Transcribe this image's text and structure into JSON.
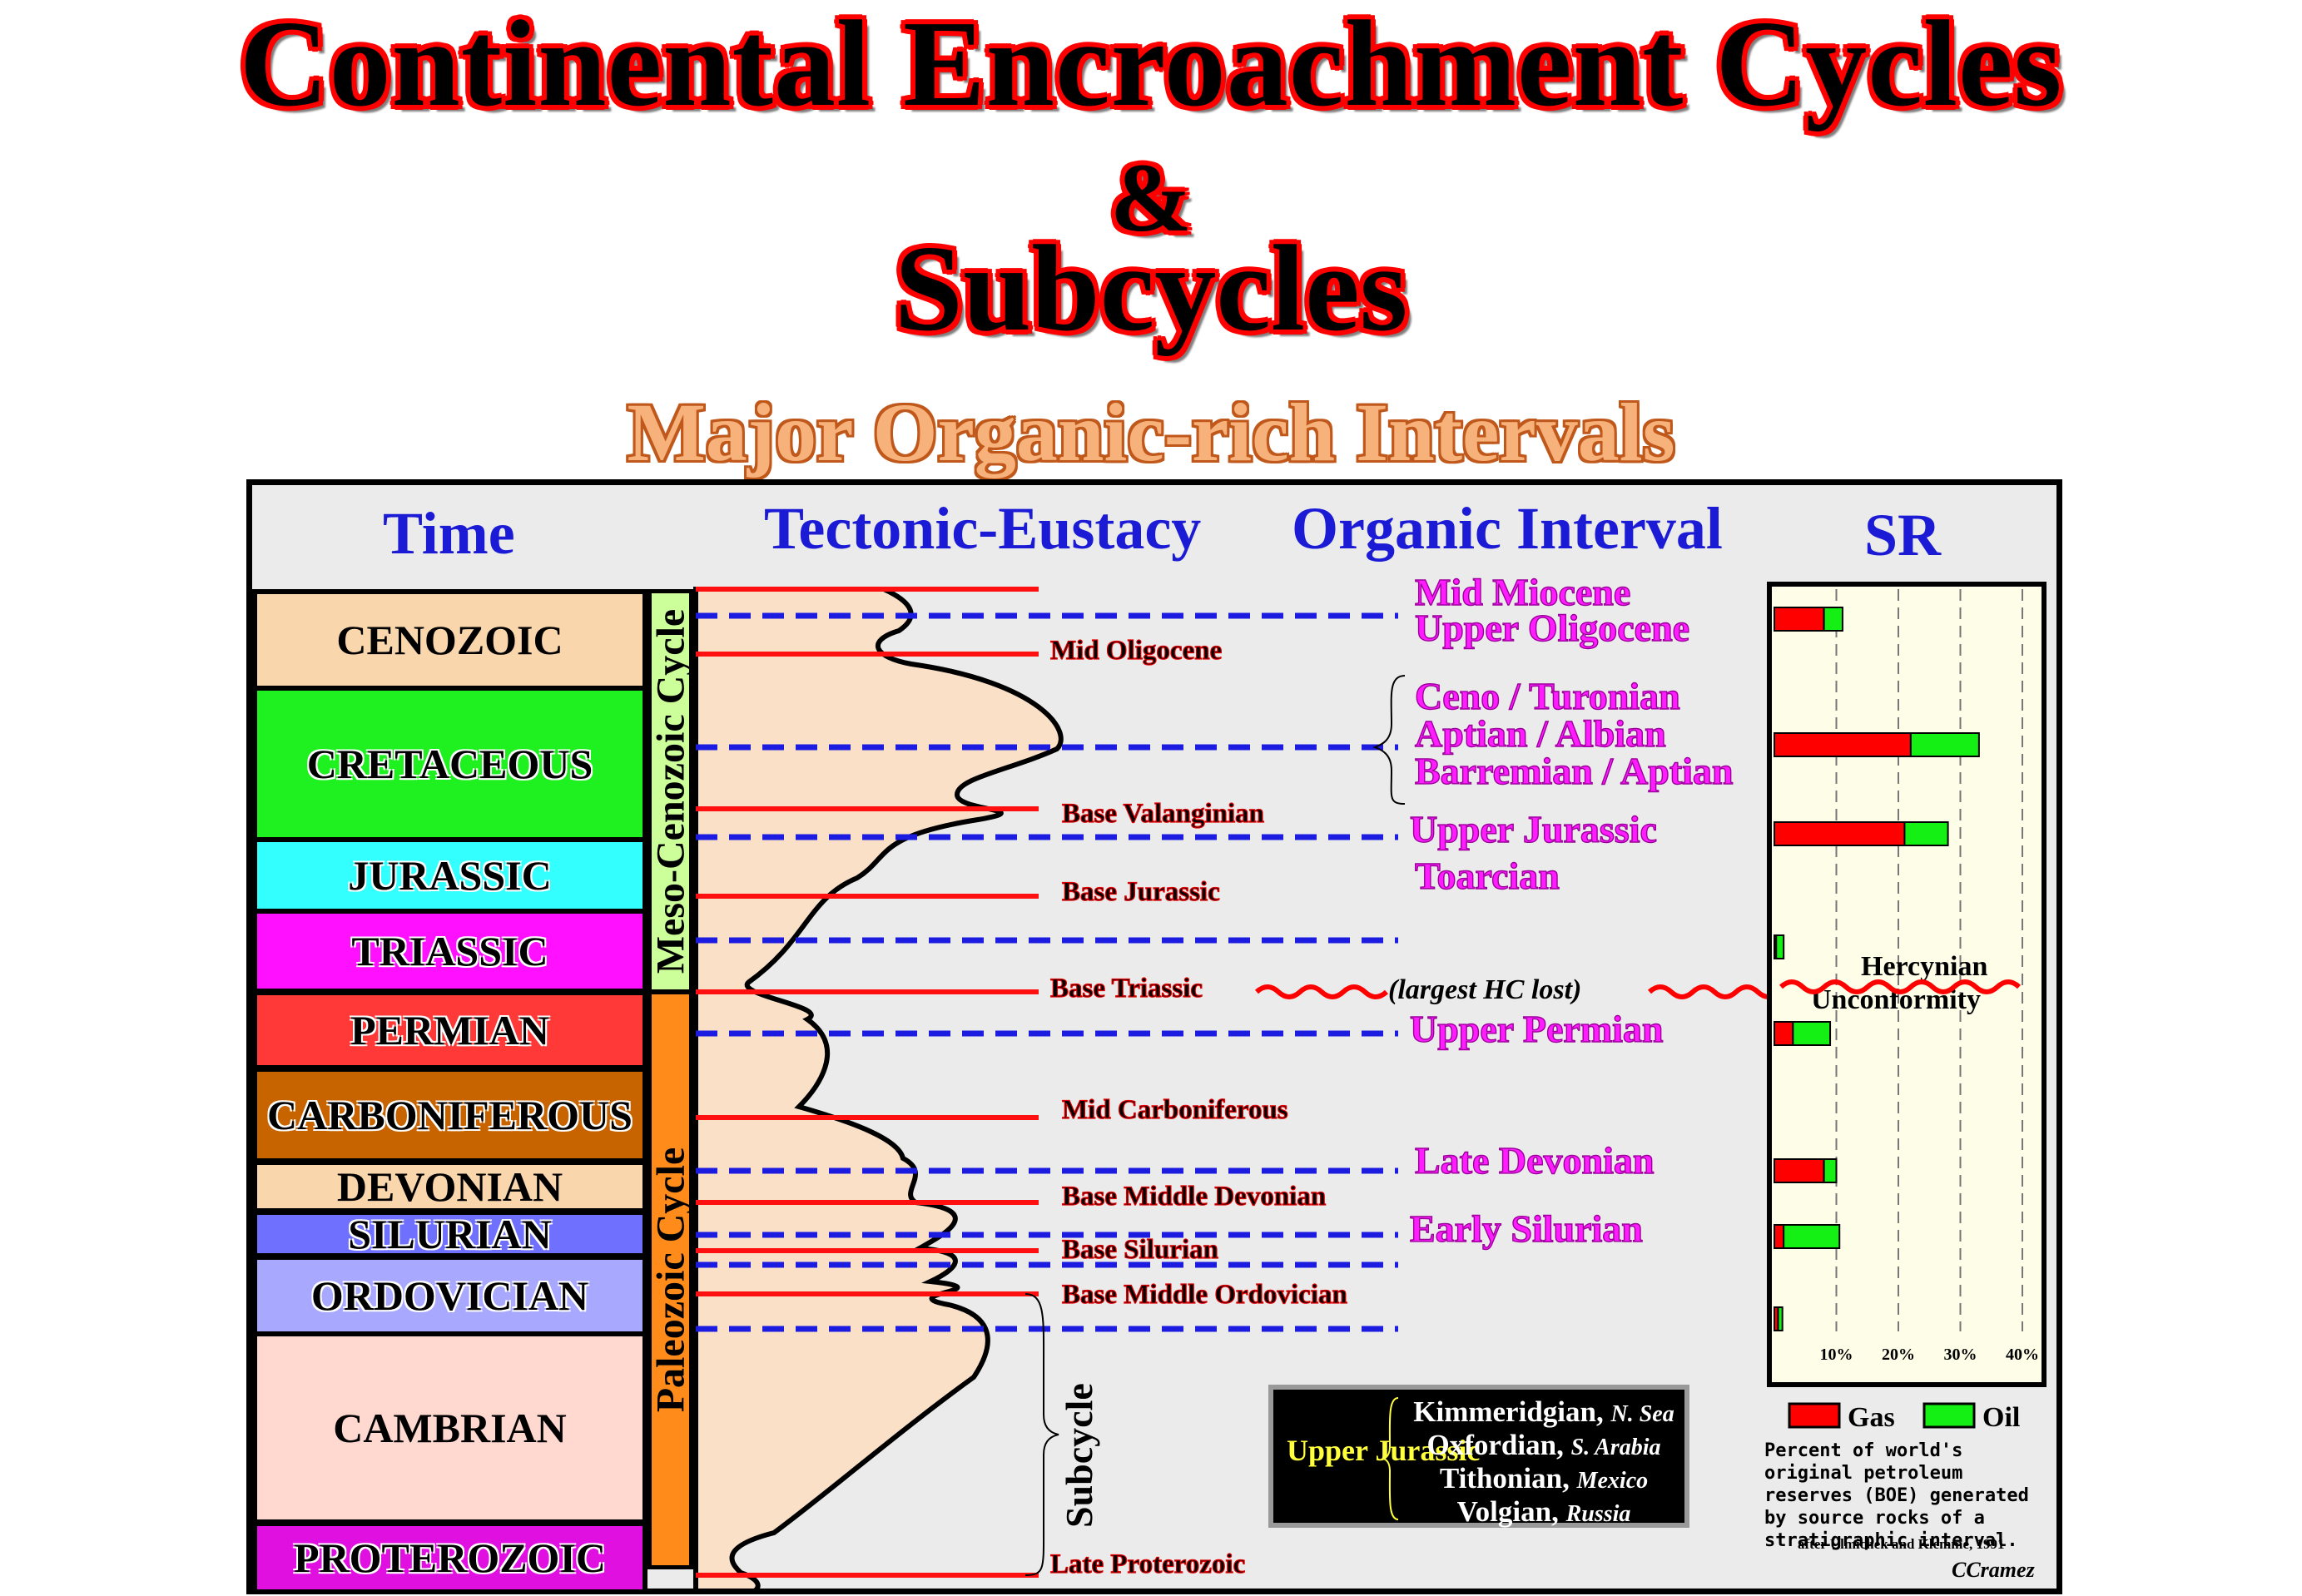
{
  "title": {
    "line1": "Continental Encroachment Cycles",
    "line2": "&",
    "line3": "Subcycles"
  },
  "subtitle": "Major Organic-rich Intervals",
  "headers": {
    "time": "Time",
    "tectonic": "Tectonic-Eustacy",
    "organic": "Organic Interval",
    "sr": "SR"
  },
  "eras": [
    {
      "name": "CENOZOIC",
      "color": "#fad6ad"
    },
    {
      "name": "CRETACEOUS",
      "color": "#1ff020"
    },
    {
      "name": "JURASSIC",
      "color": "#33ffff"
    },
    {
      "name": "TRIASSIC",
      "color": "#ff10ff"
    },
    {
      "name": "PERMIAN",
      "color": "#ff3838"
    },
    {
      "name": "CARBONIFEROUS",
      "color": "#c86400"
    },
    {
      "name": "DEVONIAN",
      "color": "#fad6ad"
    },
    {
      "name": "SILURIAN",
      "color": "#7070ff"
    },
    {
      "name": "ORDOVICIAN",
      "color": "#a8a8ff"
    },
    {
      "name": "CAMBRIAN",
      "color": "#ffd8d0"
    },
    {
      "name": "PROTEROZOIC",
      "color": "#e010e0"
    }
  ],
  "cycles": [
    {
      "name": "Meso-Cenozoic Cycle",
      "color": "#ccff99"
    },
    {
      "name": "Paleozoic Cycle",
      "color": "#ff8c1a"
    }
  ],
  "boundaries": [
    "Mid Oligocene",
    "Base Valanginian",
    "Base Jurassic",
    "Base Triassic",
    "Mid Carboniferous",
    "Base Middle Devonian",
    "Base Silurian",
    "Base Middle Ordovician",
    "Late Proterozoic"
  ],
  "organic_intervals": [
    "Mid Miocene",
    "Upper Oligocene",
    "Ceno / Turonian",
    "Aptian / Albian",
    "Barremian / Aptian",
    "Upper Jurassic",
    "Toarcian",
    "Upper Permian",
    "Late Devonian",
    "Early Silurian"
  ],
  "largest_hc_lost": "(largest HC lost)",
  "subcycle_label": "Subcycle",
  "unconformity": {
    "line1": "Hercynian",
    "line2": "Unconformity"
  },
  "upper_jurassic_box": {
    "label": "Upper Jurassic",
    "items": [
      {
        "stage": "Kimmeridgian,",
        "place": "N. Sea"
      },
      {
        "stage": "Oxfordian,",
        "place": "S. Arabia"
      },
      {
        "stage": "Tithonian,",
        "place": "Mexico"
      },
      {
        "stage": "Volgian,",
        "place": "Russia"
      }
    ]
  },
  "chart_data": {
    "type": "bar",
    "orientation": "horizontal",
    "stacked": true,
    "title": "SR",
    "x_ticks": [
      "10%",
      "20%",
      "30%",
      "40%"
    ],
    "xlim": [
      0,
      43
    ],
    "series": [
      {
        "name": "Gas",
        "color": "#ff0000",
        "values": [
          8,
          22,
          21,
          0.3,
          3,
          8,
          1.5,
          0.6
        ]
      },
      {
        "name": "Oil",
        "color": "#14f014",
        "values": [
          3,
          11,
          7,
          1.2,
          6,
          2,
          9,
          0.7
        ]
      }
    ],
    "legend": {
      "gas": "Gas",
      "oil": "Oil",
      "position": "bottom"
    },
    "grid": true,
    "note": "Percent of world's original petroleum reserves (BOE) generated by source rocks of a stratigraphic interval.",
    "source": "after Ulmichek and Klemme, 1991"
  },
  "credit": "CCramez"
}
